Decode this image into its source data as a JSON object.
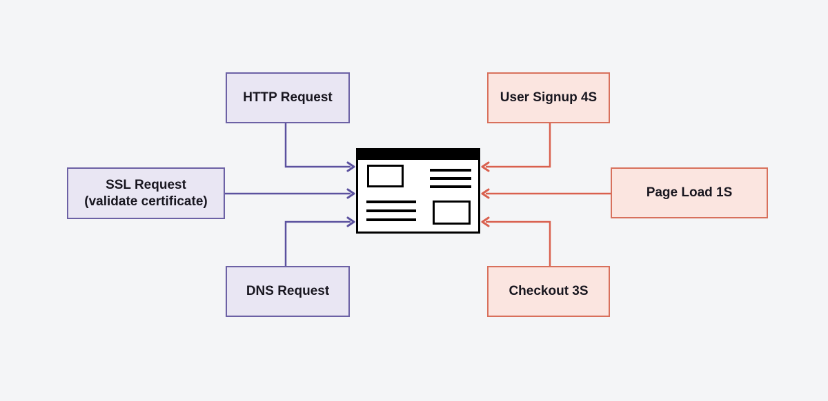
{
  "diagram": {
    "title": "browser requests and page events diagram",
    "center": {
      "icon": "browser-window",
      "description": "browser window with title bar, two image blocks and two text blocks"
    },
    "request_nodes": [
      {
        "id": "http",
        "label": "HTTP Request"
      },
      {
        "id": "ssl",
        "label": "SSL Request\n(validate certificate)"
      },
      {
        "id": "dns",
        "label": "DNS Request"
      }
    ],
    "event_nodes": [
      {
        "id": "signup",
        "label": "User Signup 4S"
      },
      {
        "id": "pageload",
        "label": "Page Load 1S"
      },
      {
        "id": "checkout",
        "label": "Checkout 3S"
      }
    ],
    "colors": {
      "background": "#f4f5f7",
      "request_fill": "#e9e6f3",
      "request_border": "#6c61a5",
      "request_arrow": "#5b519f",
      "event_fill": "#fbe5e0",
      "event_border": "#d8705c",
      "event_arrow": "#d9604e",
      "icon": "#000000",
      "text": "#18161f"
    }
  }
}
